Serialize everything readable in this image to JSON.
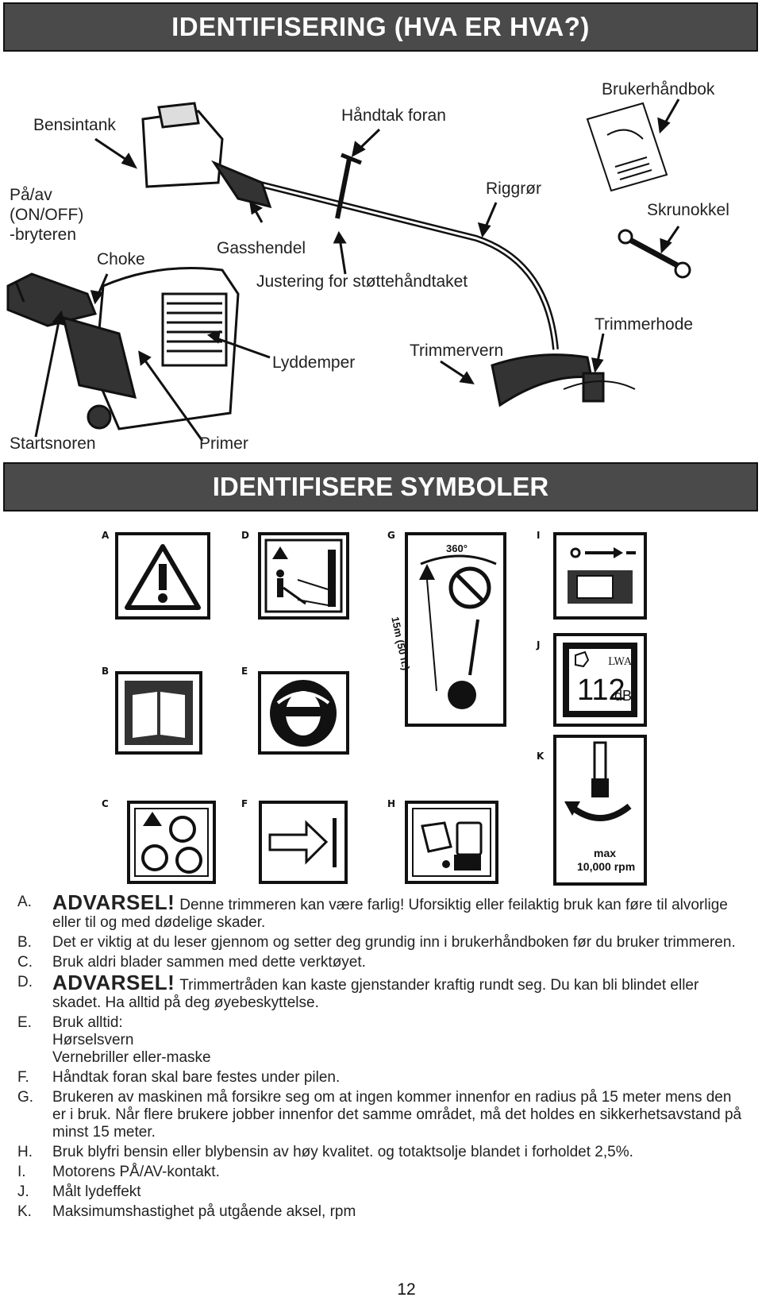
{
  "header": {
    "title": "IDENTIFISERING  (HVA ER HVA?)"
  },
  "parts": {
    "bensintank": "Bensintank",
    "handtak_foran": "Håndtak foran",
    "brukerhandbok": "Brukerhåndbok",
    "paav": "På/av\n(ON/OFF)\n-bryteren",
    "riggror": "Riggrør",
    "skrunokkel": "Skrunokkel",
    "choke": "Choke",
    "gasshendel": "Gasshendel",
    "justering": "Justering for støttehåndtaket",
    "trimmerhode": "Trimmerhode",
    "lyddemper": "Lyddemper",
    "trimmervern": "Trimmervern",
    "startsnoren": "Startsnoren",
    "primer": "Primer"
  },
  "symbols_header": {
    "title": "IDENTIFISERE SYMBOLER"
  },
  "symbol_letters": [
    "A",
    "B",
    "C",
    "D",
    "E",
    "F",
    "G",
    "H",
    "I",
    "J",
    "K"
  ],
  "symbol_text": {
    "g_angle": "360°",
    "g_distance": "15m (50 ft.)",
    "j_label": "LWA",
    "j_value": "112",
    "j_unit": "dB",
    "k_max": "max",
    "k_rpm": "10,000 rpm"
  },
  "legend": [
    {
      "key": "A.",
      "warn": "ADVARSEL!",
      "text": "Denne trimmeren kan være farlig! Uforsiktig eller feilaktig bruk kan føre til alvorlige eller til og med dødelige skader."
    },
    {
      "key": "B.",
      "warn": "",
      "text": "Det er viktig at du leser gjennom og setter deg grundig inn i brukerhåndboken før du bruker trimmeren."
    },
    {
      "key": "C.",
      "warn": "",
      "text": "Bruk aldri blader sammen med dette verktøyet."
    },
    {
      "key": "D.",
      "warn": "ADVARSEL!",
      "text": "Trimmertråden kan kaste gjenstander kraftig rundt seg. Du kan bli blindet eller skadet. Ha alltid på deg øyebeskyttelse."
    },
    {
      "key": "E.",
      "warn": "",
      "text": "Bruk alltid:\nHørselsvern\nVernebriller eller-maske"
    },
    {
      "key": "F.",
      "warn": "",
      "text": "Håndtak foran skal bare festes under pilen."
    },
    {
      "key": "G.",
      "warn": "",
      "text": "Brukeren av maskinen må forsikre seg om at ingen kommer innenfor en radius på 15 meter mens den er i bruk. Når flere brukere jobber innenfor det samme området, må det holdes en sikkerhetsavstand på minst 15 meter."
    },
    {
      "key": "H.",
      "warn": "",
      "text": "Bruk blyfri bensin eller blybensin av høy kvalitet. og totaktsolje blandet i forholdet 2,5%."
    },
    {
      "key": "I.",
      "warn": "",
      "text": "Motorens PÅ/AV-kontakt."
    },
    {
      "key": "J.",
      "warn": "",
      "text": "Målt lydeffekt"
    },
    {
      "key": "K.",
      "warn": "",
      "text": "Maksimumshastighet på utgående aksel, rpm"
    }
  ],
  "footer": {
    "page_number": "12"
  }
}
